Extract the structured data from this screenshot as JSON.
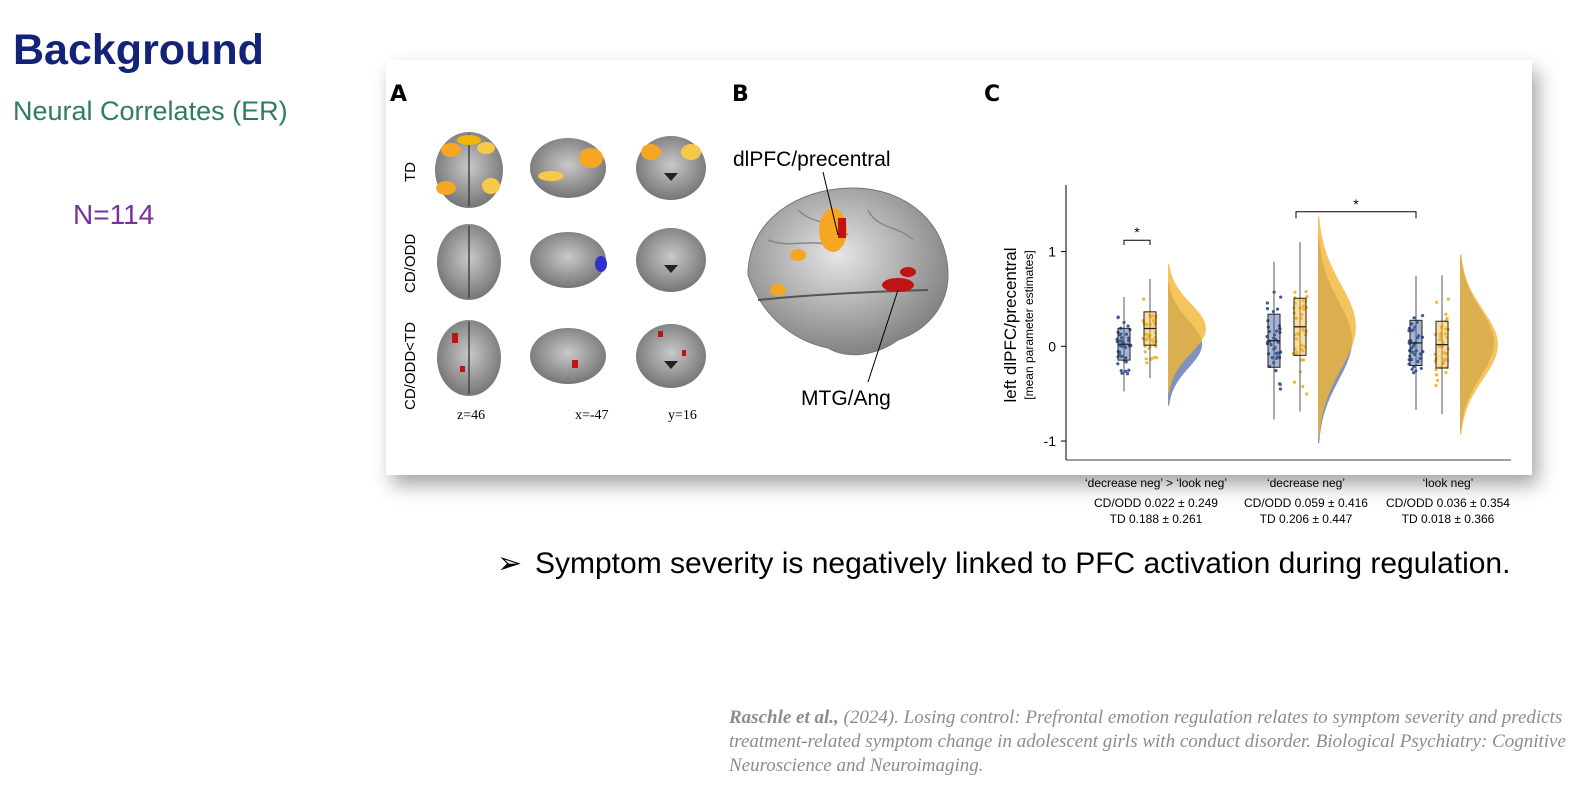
{
  "slide": {
    "title": "Background",
    "subtitle": "Neural Correlates (ER)",
    "sample": "N=114"
  },
  "figure": {
    "panels": [
      "A",
      "B",
      "C"
    ],
    "panelA": {
      "rows": [
        "TD",
        "CD/ODD",
        "CD/ODD<TD"
      ],
      "coords": [
        "z=46",
        "x=-47",
        "y=16"
      ]
    },
    "panelB": {
      "labels": [
        "dlPFC/precentral",
        "MTG/Ang"
      ]
    }
  },
  "bullet": {
    "symbol": "➢",
    "text": "Symptom severity is negatively linked to PFC activation during regulation."
  },
  "citation": {
    "author": "Raschle et al.,",
    "text": " (2024). Losing control: Prefrontal emotion regulation relates to symptom severity and predicts treatment-related symptom change in adolescent girls with conduct disorder. Biological Psychiatry: Cognitive Neuroscience and Neuroimaging."
  },
  "chart_data": {
    "type": "raincloud",
    "ylabel": "left dlPFC/precentral",
    "ylabel_sub": "[mean parameter estimates]",
    "ylim": [
      -1.2,
      1.65
    ],
    "yticks": [
      -1,
      0,
      1
    ],
    "colors": {
      "CD/ODD": "#3b5b9a",
      "TD": "#f2b533"
    },
    "groups": [
      {
        "label": "‘decrease neg’ > ‘look neg’",
        "stat1": "CD/ODD 0.022 ± 0.249",
        "stat2": "TD 0.188 ± 0.261",
        "series": [
          {
            "name": "CD/ODD",
            "mean": 0.022,
            "sd": 0.249
          },
          {
            "name": "TD",
            "mean": 0.188,
            "sd": 0.261
          }
        ]
      },
      {
        "label": "‘decrease neg’",
        "stat1": "CD/ODD 0.059 ± 0.416",
        "stat2": "TD 0.206 ± 0.447",
        "series": [
          {
            "name": "CD/ODD",
            "mean": 0.059,
            "sd": 0.416
          },
          {
            "name": "TD",
            "mean": 0.206,
            "sd": 0.447
          }
        ]
      },
      {
        "label": "‘look neg’",
        "stat1": "CD/ODD 0.036 ± 0.354",
        "stat2": "TD 0.018 ± 0.366",
        "series": [
          {
            "name": "CD/ODD",
            "mean": 0.036,
            "sd": 0.354
          },
          {
            "name": "TD",
            "mean": 0.018,
            "sd": 0.366
          }
        ]
      }
    ],
    "significance": [
      {
        "mark": "*",
        "between": "CD/ODD vs TD in ‘decrease neg’ > ‘look neg’"
      },
      {
        "mark": "*",
        "between": "‘decrease neg’ vs ‘look neg’"
      }
    ]
  }
}
